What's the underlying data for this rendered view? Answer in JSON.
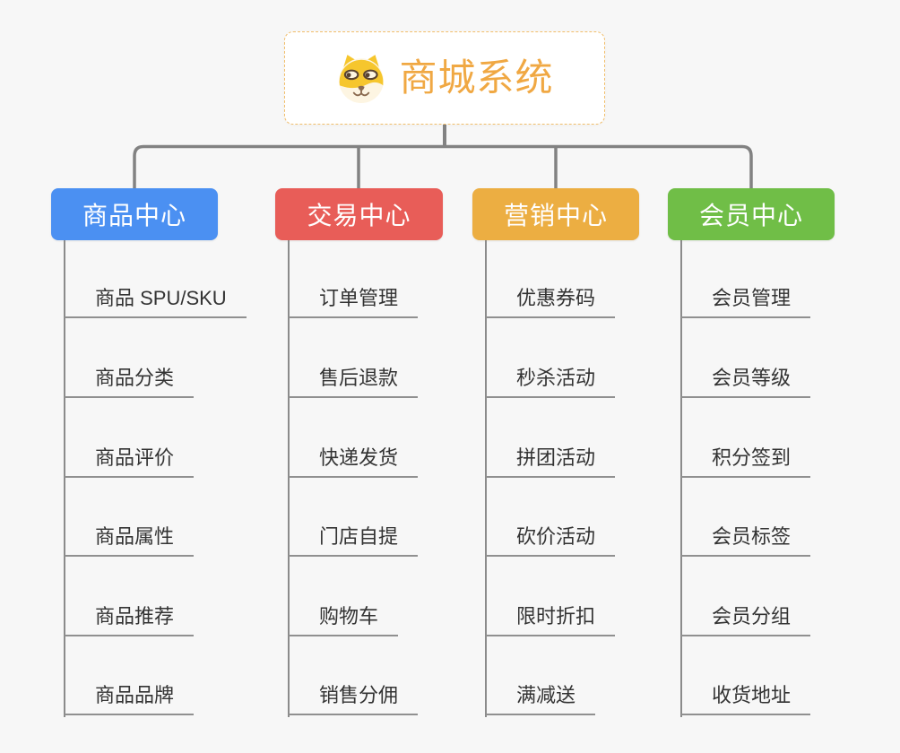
{
  "root": {
    "title": "商城系统",
    "icon": "shiba-dog-icon",
    "accent_color": "#f0a843",
    "border_color": "#f1be6b"
  },
  "connector_color": "#828282",
  "leaf_underline_color": "#909090",
  "branches": [
    {
      "label": "商品中心",
      "color": "#4b90f2",
      "items": [
        "商品 SPU/SKU",
        "商品分类",
        "商品评价",
        "商品属性",
        "商品推荐",
        "商品品牌"
      ]
    },
    {
      "label": "交易中心",
      "color": "#e85d58",
      "items": [
        "订单管理",
        "售后退款",
        "快递发货",
        "门店自提",
        "购物车",
        "销售分佣"
      ]
    },
    {
      "label": "营销中心",
      "color": "#ecae42",
      "items": [
        "优惠券码",
        "秒杀活动",
        "拼团活动",
        "砍价活动",
        "限时折扣",
        "满减送"
      ]
    },
    {
      "label": "会员中心",
      "color": "#70be47",
      "items": [
        "会员管理",
        "会员等级",
        "积分签到",
        "会员标签",
        "会员分组",
        "收货地址"
      ]
    }
  ]
}
